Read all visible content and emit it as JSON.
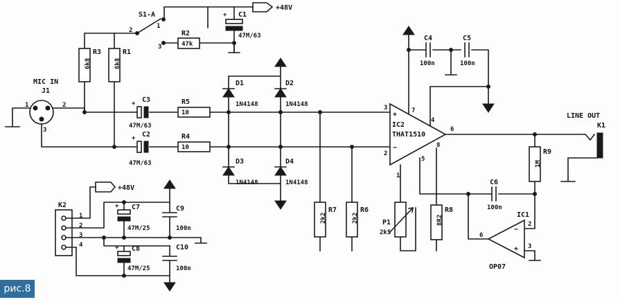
{
  "figure_label": "рис.8",
  "supply": {
    "plus48": "+48V"
  },
  "labels": {
    "mic_in": "MIC IN",
    "j1": "J1",
    "line_out": "LINE OUT",
    "k1": "K1",
    "k2": "K2",
    "s1": "S1-A",
    "r1": "R1",
    "r1_val": "6k8",
    "r2": "R2",
    "r2_val": "47k",
    "r3": "R3",
    "r3_val": "6k8",
    "r4": "R4",
    "r4_val": "10",
    "r5": "R5",
    "r5_val": "10",
    "r6": "R6",
    "r6_val": "2k2",
    "r7": "R7",
    "r7_val": "2k2",
    "r8": "R8",
    "r8_val": "8R2",
    "r9": "R9",
    "r9_val": "1M",
    "c1": "C1",
    "c1_val": "47M/63",
    "c2": "C2",
    "c2_val": "47M/63",
    "c3": "C3",
    "c3_val": "47M/63",
    "c4": "C4",
    "c4_val": "100n",
    "c5": "C5",
    "c5_val": "100n",
    "c6": "C6",
    "c6_val": "100n",
    "c7": "C7",
    "c7_val": "47M/25",
    "c8": "C8",
    "c8_val": "47M/25",
    "c9": "C9",
    "c9_val": "100n",
    "c10": "C10",
    "c10_val": "100n",
    "d1": "D1",
    "d1_val": "1N4148",
    "d2": "D2",
    "d2_val": "1N4148",
    "d3": "D3",
    "d3_val": "1N4148",
    "d4": "D4",
    "d4_val": "1N4148",
    "ic1": "IC1",
    "ic1_val": "OP07",
    "ic2": "IC2",
    "ic2_val": "THAT1510",
    "p1": "P1",
    "p1_val": "2k5"
  },
  "pins": {
    "j1": [
      "1",
      "2",
      "3"
    ],
    "s1": [
      "1",
      "2",
      "3"
    ],
    "ic2": [
      "3",
      "2",
      "7",
      "4",
      "6",
      "5",
      "8",
      "1"
    ],
    "ic1": [
      "2",
      "3",
      "6"
    ],
    "k2": [
      "1",
      "2",
      "3",
      "4"
    ],
    "plus": "+",
    "minus": "−"
  }
}
